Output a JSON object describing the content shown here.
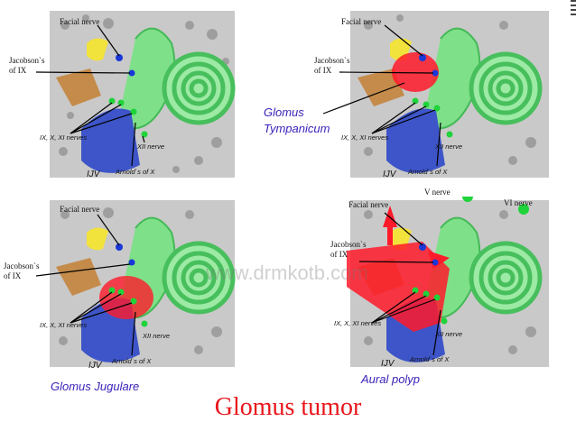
{
  "labels": {
    "facial_nerve": "Facial nerve",
    "jacobsons_1": "Jacobson`s",
    "jacobsons_2": "of IX",
    "nerves": "IX, X, XI nerves",
    "xii": "XII nerve",
    "arnolds": "Arnold`s of X",
    "ijv": "IJV",
    "v_nerve": "V nerve",
    "vi_nerve": "VI nerve"
  },
  "captions": {
    "tympanicum_1": "Glomus",
    "tympanicum_2": "Tympanicum",
    "jugulare": "Glomus Jugulare",
    "aural": "Aural polyp"
  },
  "watermark": "www.drmkotb.com",
  "title": "Glomus tumor",
  "colors": {
    "title": "#e8151b",
    "caption": "#3a1fb8",
    "tumor": "#ff1a2a",
    "cochlea": "#7fe08a",
    "ijv": "#3d55c8",
    "nerve_dot": "#1fd33a"
  }
}
